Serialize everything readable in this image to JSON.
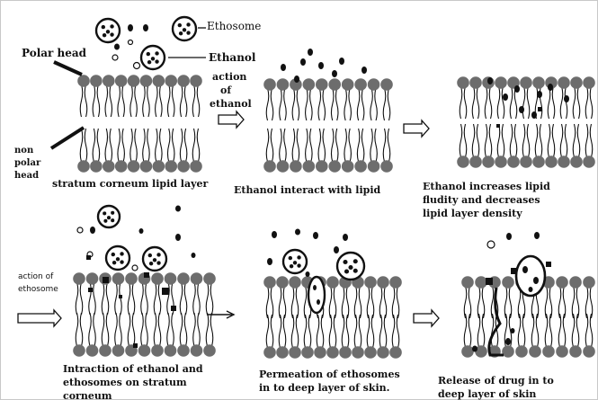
{
  "labels": {
    "ethosome": "Ethosome",
    "ethanol": "Ethanol",
    "polar_head": "Polar head",
    "action_of_ethanol": [
      "action",
      "of",
      "ethanol"
    ],
    "non_polar_head": [
      "non",
      "polar",
      "head"
    ],
    "action_of_ethosome": [
      "action of",
      "ethosome"
    ]
  },
  "captions": {
    "stage1": "stratum corneum lipid layer",
    "stage2": "Ethanol interact with lipid",
    "stage3": [
      "Ethanol increases lipid",
      "fludity and decreases",
      "lipid layer density"
    ],
    "stage4": [
      "Intraction of ethanol and",
      "ethosomes on stratum",
      "corneum"
    ],
    "stage5": [
      "Permeation of ethosomes",
      "in to deep layer of skin."
    ],
    "stage6": [
      "Release of drug in to",
      "deep layer of skin"
    ]
  },
  "colors": {
    "lipid_head": "#6d6d6d",
    "ink": "#111111",
    "frame": "#c8c8c8"
  }
}
